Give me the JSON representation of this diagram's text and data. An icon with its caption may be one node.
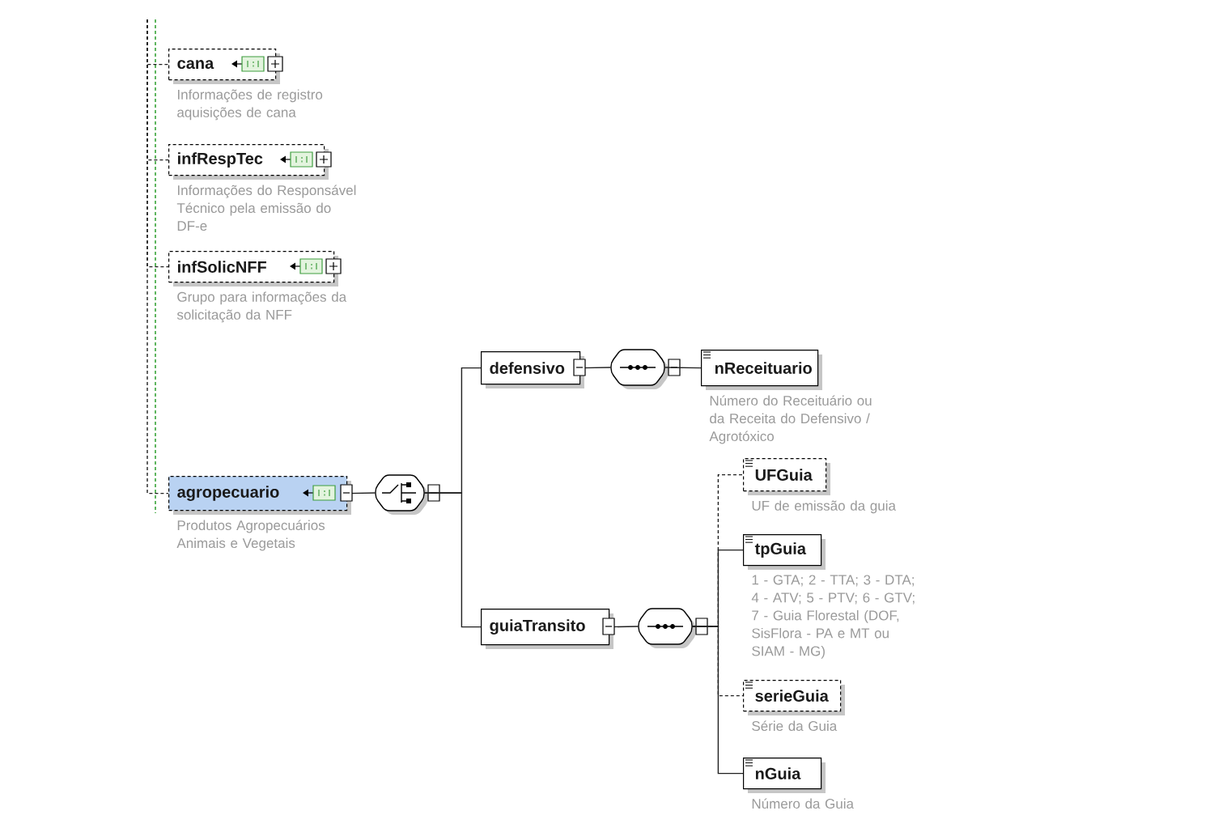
{
  "diagram": {
    "nodes": [
      {
        "text": [
          "cana"
        ],
        "beside": [
          "Informações de registro aquisições de cana"
        ]
      },
      {
        "text": [
          "infRespTec"
        ],
        "beside": [
          "Informações do Responsável Técnico pela emissão do DF-e"
        ]
      },
      {
        "text": [
          "infSolicNFF"
        ],
        "beside": [
          "Grupo para informações da solicitação da NFF"
        ]
      },
      {
        "text": [
          "agropecuario"
        ],
        "beside": [
          "Produtos Agropecuários Animais e Vegetais"
        ]
      },
      {
        "text": [],
        "shape": "octagon"
      },
      {
        "text": [
          "defensivo"
        ]
      },
      {
        "text": [],
        "shape": "octagon"
      },
      {
        "text": [
          "nReceituario"
        ],
        "beside": [
          "Número do Receituário ou da Receita do Defensivo / Agrotóxico"
        ]
      },
      {
        "text": [
          "guiaTransito"
        ]
      },
      {
        "text": [],
        "shape": "octagon"
      },
      {
        "text": [
          "UFGuia"
        ],
        "beside": [
          "UF de emissão da guia"
        ]
      },
      {
        "text": [
          "tpGuia"
        ],
        "beside": [
          "1 - GTA; 2 - TTA; 3 - DTA; 4 - ATV; 5 - PTV; 6 - GTV; 7 - Guia Florestal (DOF, SisFlora - PA e MT ou SIAM - MG)"
        ]
      },
      {
        "text": [
          "serieGuia"
        ],
        "beside": [
          "Série da Guia"
        ]
      },
      {
        "text": [
          "nGuia"
        ],
        "beside": [
          "Número da Guia"
        ]
      }
    ],
    "edges": [
      {
        "from": null,
        "to": 0,
        "arrow": "none",
        "style": "dashed"
      },
      {
        "from": null,
        "to": 1,
        "arrow": "none",
        "style": "dashed"
      },
      {
        "from": null,
        "to": 2,
        "arrow": "none",
        "style": "dashed"
      },
      {
        "from": null,
        "to": 3,
        "arrow": "none",
        "style": "dashed"
      },
      {
        "from": 3,
        "to": 4,
        "arrow": "none"
      },
      {
        "from": 4,
        "to": 5,
        "arrow": "none"
      },
      {
        "from": 4,
        "to": 8,
        "arrow": "none"
      },
      {
        "from": 5,
        "to": 6,
        "arrow": "none"
      },
      {
        "from": 6,
        "to": 7,
        "arrow": "none"
      },
      {
        "from": 8,
        "to": 9,
        "arrow": "none"
      },
      {
        "from": 9,
        "to": 10,
        "arrow": "none",
        "style": "dashed"
      },
      {
        "from": 9,
        "to": 11,
        "arrow": "none"
      },
      {
        "from": 9,
        "to": 12,
        "arrow": "none",
        "style": "dashed"
      },
      {
        "from": 9,
        "to": 13,
        "arrow": "none"
      }
    ]
  }
}
